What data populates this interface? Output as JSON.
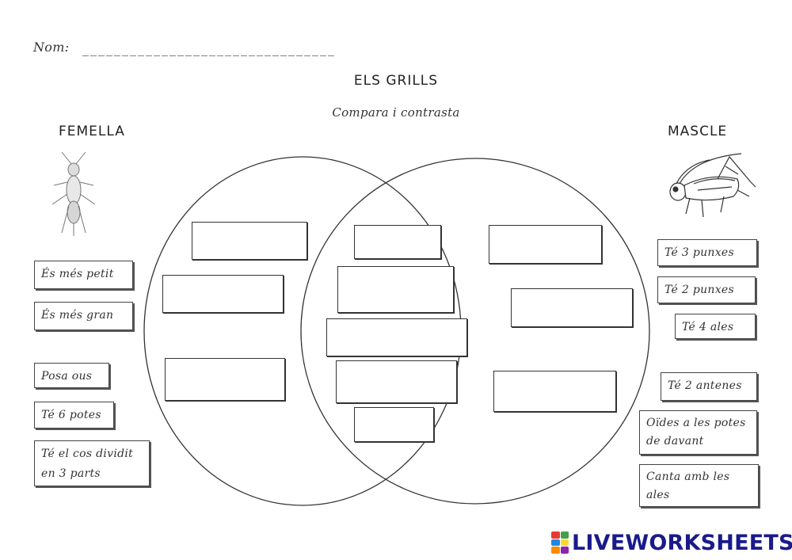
{
  "header": {
    "name_label": "Nom:",
    "name_line": "________________________________",
    "title": "ELS GRILLS",
    "subtitle": "Compara i contrasta"
  },
  "left_heading": "FEMELLA",
  "right_heading": "MASCLE",
  "images": {
    "female": "cricket-female-drawing",
    "male": "cricket-male-drawing"
  },
  "left_cards": [
    "És més petit",
    "És més gran",
    "Posa ous",
    "Té 6 potes",
    "Té el cos dividit en 3 parts"
  ],
  "right_cards": [
    "Té 3 punxes",
    "Té 2 punxes",
    "Té 4 ales",
    "Té 2 antenes",
    "Oïdes a les potes de davant",
    "Canta amb les ales"
  ],
  "drop_zones": {
    "left_only": 3,
    "both": 5,
    "right_only": 3
  },
  "branding": {
    "logo_text": "LIVEWORKSHEETS",
    "logo_color": "#1a1a8c",
    "mark_colors": [
      "#e53935",
      "#43a047",
      "#1e88e5",
      "#fdd835",
      "#fb8c00",
      "#8e24aa"
    ]
  }
}
